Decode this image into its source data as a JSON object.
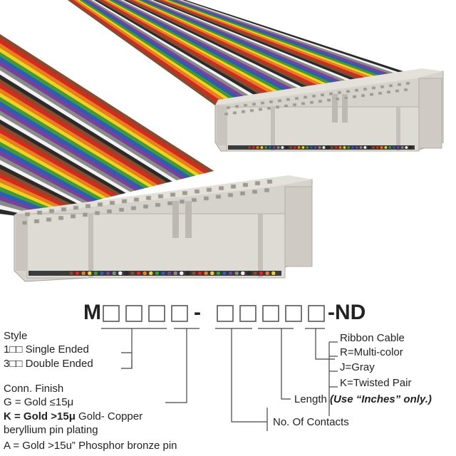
{
  "part_number": {
    "prefix": "M",
    "dash": "-",
    "suffix": "-ND"
  },
  "style": {
    "heading": "Style",
    "single": "1□□ Single Ended",
    "double": "3□□ Double Ended"
  },
  "conn_finish": {
    "heading": "Conn. Finish",
    "gold_15": "G = Gold ≤15μ",
    "k_code": "K = Gold >15μ",
    "k_desc": " Gold- Copper",
    "k_desc2": "beryllium pin plating",
    "a_code": "A = Gold >15u” Phosphor bronze pin"
  },
  "contacts": {
    "label": "No. Of Contacts"
  },
  "length": {
    "label": "Length ",
    "note": "(Use “Inches” only.)"
  },
  "ribbon": {
    "heading": "Ribbon Cable",
    "r": "R=Multi-color",
    "j": "J=Gray",
    "k": "K=Twisted Pair"
  },
  "colors": {
    "connector": "#dcd8d2",
    "connector_shadow": "#b9b4ad",
    "wire_sequence": [
      "#8b4a2b",
      "#d8281f",
      "#ef7d1e",
      "#f2d21e",
      "#3f9b3a",
      "#2a5fb8",
      "#7b3fa0",
      "#8a8a8a",
      "#f2f2f2",
      "#2a2a2a"
    ]
  }
}
